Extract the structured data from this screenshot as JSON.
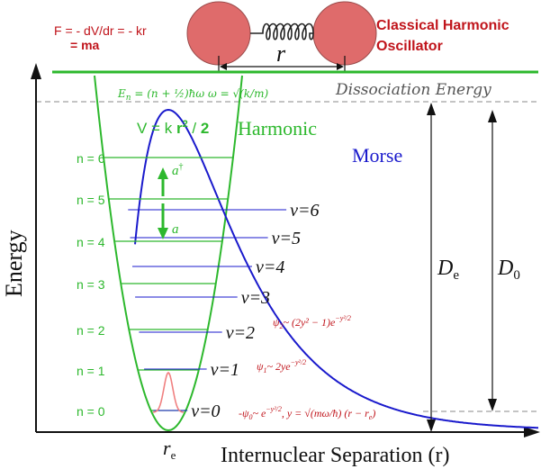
{
  "colors": {
    "harmonic": "#2db82d",
    "morse": "#1a1acc",
    "red": "#c0141b",
    "ball": "#df6b6b",
    "axis": "#111111",
    "dashed": "#888888",
    "black": "#111111",
    "bump": "#f08080"
  },
  "top": {
    "force_line1": "F = - dV/dr = - kr",
    "force_line2": "= ma",
    "title_line1": "Classical Harmonic",
    "title_line2": "Oscillator",
    "r_label": "r"
  },
  "axes": {
    "ylabel": "Energy",
    "xlabel": "Internuclear Separation (r)",
    "re_label": "r",
    "re_sub": "e"
  },
  "dissociation_label": "Dissociation Energy",
  "harmonic": {
    "energy_formula": "E_n = (n + 1/2)ħω   ω = √(k/m)",
    "potential_formula": "V = k r² / 2",
    "label": "Harmonic",
    "levels": [
      "n = 0",
      "n = 1",
      "n = 2",
      "n = 3",
      "n = 4",
      "n = 5",
      "n = 6"
    ],
    "raise_label": "a†",
    "lower_label": "a"
  },
  "morse": {
    "label": "Morse",
    "levels": [
      "v=0",
      "v=1",
      "v=2",
      "v=3",
      "v=4",
      "v=5",
      "v=6"
    ],
    "De_label": "D_e",
    "D0_label": "D_0"
  },
  "wavefunctions": {
    "psi0": "ψ₀~ e^(−y²/2), y = √(mω/ħ) (r − r_e)",
    "psi1": "ψ₁~ 2ye^(−y²/2)",
    "psi2": "ψ₂~ (2y² − 1)e^(−y²/2)"
  }
}
